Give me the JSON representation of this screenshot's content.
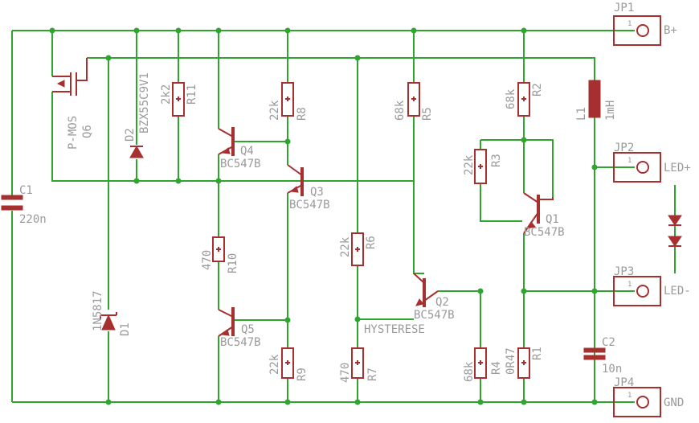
{
  "colors": {
    "wire": "#2fa52f",
    "part": "#a6302f",
    "text": "#9a9a9a",
    "background": "#ffffff"
  },
  "parts": {
    "q6": {
      "name": "Q6",
      "value": "P-MOS"
    },
    "d2": {
      "name": "D2",
      "value": "BZX55C9V1"
    },
    "r11": {
      "name": "R11",
      "value": "2k2"
    },
    "q4": {
      "name": "Q4",
      "value": "BC547B"
    },
    "r8": {
      "name": "R8",
      "value": "22k"
    },
    "q3": {
      "name": "Q3",
      "value": "BC547B"
    },
    "r5": {
      "name": "R5",
      "value": "68k"
    },
    "r2": {
      "name": "R2",
      "value": "68k"
    },
    "l1": {
      "name": "L1",
      "value": "1mH"
    },
    "c1": {
      "name": "C1",
      "value": "220n"
    },
    "r3": {
      "name": "R3",
      "value": "22k"
    },
    "q1": {
      "name": "Q1",
      "value": "BC547B"
    },
    "r10": {
      "name": "R10",
      "value": "470"
    },
    "r6": {
      "name": "R6",
      "value": "22k"
    },
    "d1": {
      "name": "D1",
      "value": "1N5817"
    },
    "q5": {
      "name": "Q5",
      "value": "BC547B"
    },
    "q2": {
      "name": "Q2",
      "value": "BC547B"
    },
    "r9": {
      "name": "R9",
      "value": "22k"
    },
    "r7": {
      "name": "R7",
      "value": "470"
    },
    "r4": {
      "name": "R4",
      "value": "68k"
    },
    "r1": {
      "name": "R1",
      "value": "0R47"
    },
    "c2": {
      "name": "C2",
      "value": "10n"
    }
  },
  "net_label": "HYSTERESE",
  "connectors": [
    {
      "name": "JP1",
      "label": "B+",
      "pin": "1"
    },
    {
      "name": "JP2",
      "label": "LED+",
      "pin": "1"
    },
    {
      "name": "JP3",
      "label": "LED-",
      "pin": "1"
    },
    {
      "name": "JP4",
      "label": "GND",
      "pin": "1"
    }
  ]
}
